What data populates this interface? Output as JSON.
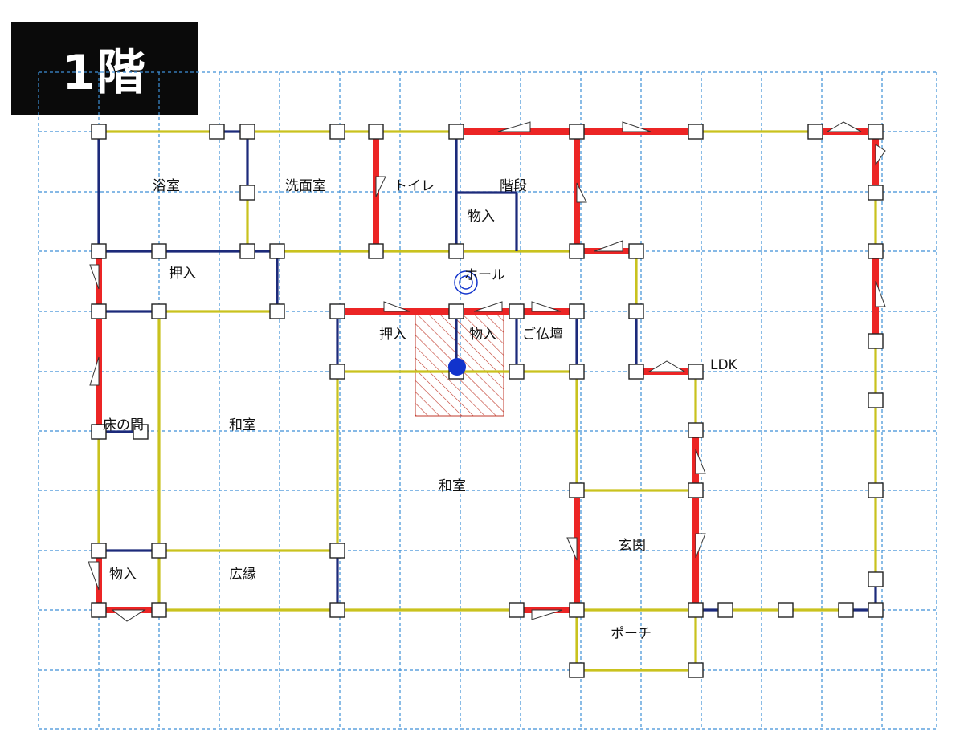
{
  "floor_label": "1階",
  "rooms": {
    "bath": "浴室",
    "washroom": "洗面室",
    "toilet": "トイレ",
    "stairs": "階段",
    "storage_a": "物入",
    "hall": "ホール",
    "closet_a": "押入",
    "closet_b": "押入",
    "storage_b": "物入",
    "altar": "ご仏壇",
    "ldk": "LDK",
    "alcove": "床の間",
    "washitsu_a": "和室",
    "washitsu_b": "和室",
    "entrance": "玄関",
    "storage_c": "物入",
    "veranda": "広縁",
    "porch": "ポーチ"
  },
  "colors": {
    "grid": "#3d8fd6",
    "load_wall": "#ec2525",
    "partition": "#1c2a7a",
    "opening": "#c9c21e",
    "node": "#ffffff",
    "center_marker": "#1133cc",
    "hatch": "#c0392b"
  },
  "icons": {
    "column": "square-node",
    "brace": "triangle-brace",
    "centroid": "filled-circle",
    "rigidity_center": "double-circle"
  }
}
